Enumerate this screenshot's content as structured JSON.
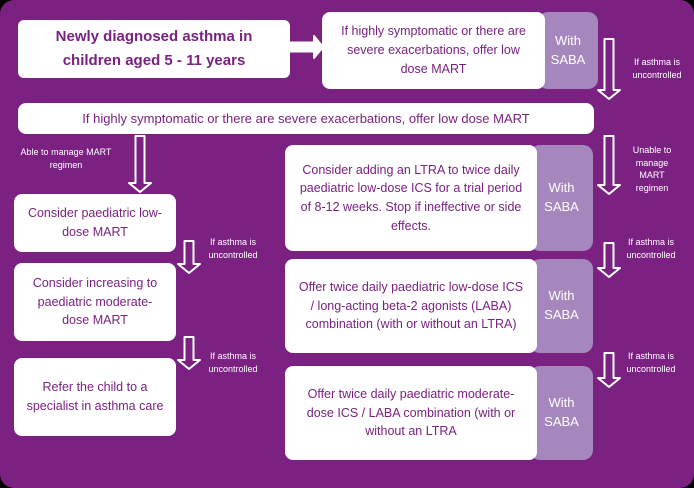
{
  "colors": {
    "background": "#7A2182",
    "box_background": "#FFFFFF",
    "box_text": "#7A2182",
    "saba_tag": "#A587BD",
    "label_text": "#FFFFFF"
  },
  "boxes": {
    "start": "Newly diagnosed  asthma in children aged 5 - 11 years",
    "top_offer": "If highly symptomatic or there are severe exacerbations, offer low dose MART",
    "wide_offer": "If highly symptomatic or there are severe exacerbations, offer low dose MART",
    "left": [
      "Consider paediatric low-dose MART",
      "Consider increasing to paediatric moderate-dose MART",
      "Refer the child to a specialist in asthma care"
    ],
    "right": [
      "Consider adding an LTRA to twice daily paediatric low-dose ICS for a trial period of 8-12 weeks. Stop if ineffective or side effects.",
      "Offer twice daily paediatric low-dose ICS / long-acting beta-2 agonists (LABA) combination (with or without an LTRA)",
      "Offer twice daily paediatric moderate-dose ICS / LABA combination (with or without an LTRA"
    ]
  },
  "tags": {
    "with_saba": "With SABA"
  },
  "side_labels": {
    "uncontrolled": "If asthma is uncontrolled",
    "able": "Able to manage MART regimen",
    "unable": "Unable to manage MART regimen"
  }
}
